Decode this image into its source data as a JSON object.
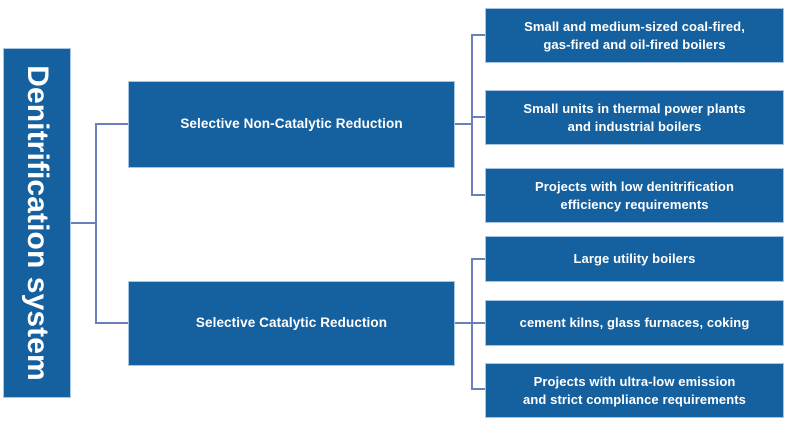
{
  "diagram": {
    "type": "tree-flowchart",
    "title": "Denitrification system",
    "colors": {
      "node_fill": "#15609f",
      "node_border": "#a8c4e0",
      "node_text": "#ffffff",
      "connector": "#6b7fbd",
      "background": "#ffffff"
    },
    "root": {
      "label": "Denitrification system"
    },
    "branches": [
      {
        "id": "sncr",
        "label": "Selective Non-Catalytic Reduction",
        "leaves": [
          {
            "id": "leaf-1",
            "line1": "Small and medium-sized coal-fired,",
            "line2": "gas-fired and oil-fired boilers"
          },
          {
            "id": "leaf-2",
            "line1": "Small units in thermal power plants",
            "line2": "and industrial boilers"
          },
          {
            "id": "leaf-3",
            "line1": "Projects with low denitrification",
            "line2": "efficiency requirements"
          }
        ]
      },
      {
        "id": "scr",
        "label": "Selective Catalytic Reduction",
        "leaves": [
          {
            "id": "leaf-4",
            "line1": "Large utility boilers",
            "line2": ""
          },
          {
            "id": "leaf-5",
            "line1": "cement kilns, glass furnaces, coking",
            "line2": ""
          },
          {
            "id": "leaf-6",
            "line1": "Projects with ultra-low emission",
            "line2": "and strict compliance requirements"
          }
        ]
      }
    ]
  }
}
